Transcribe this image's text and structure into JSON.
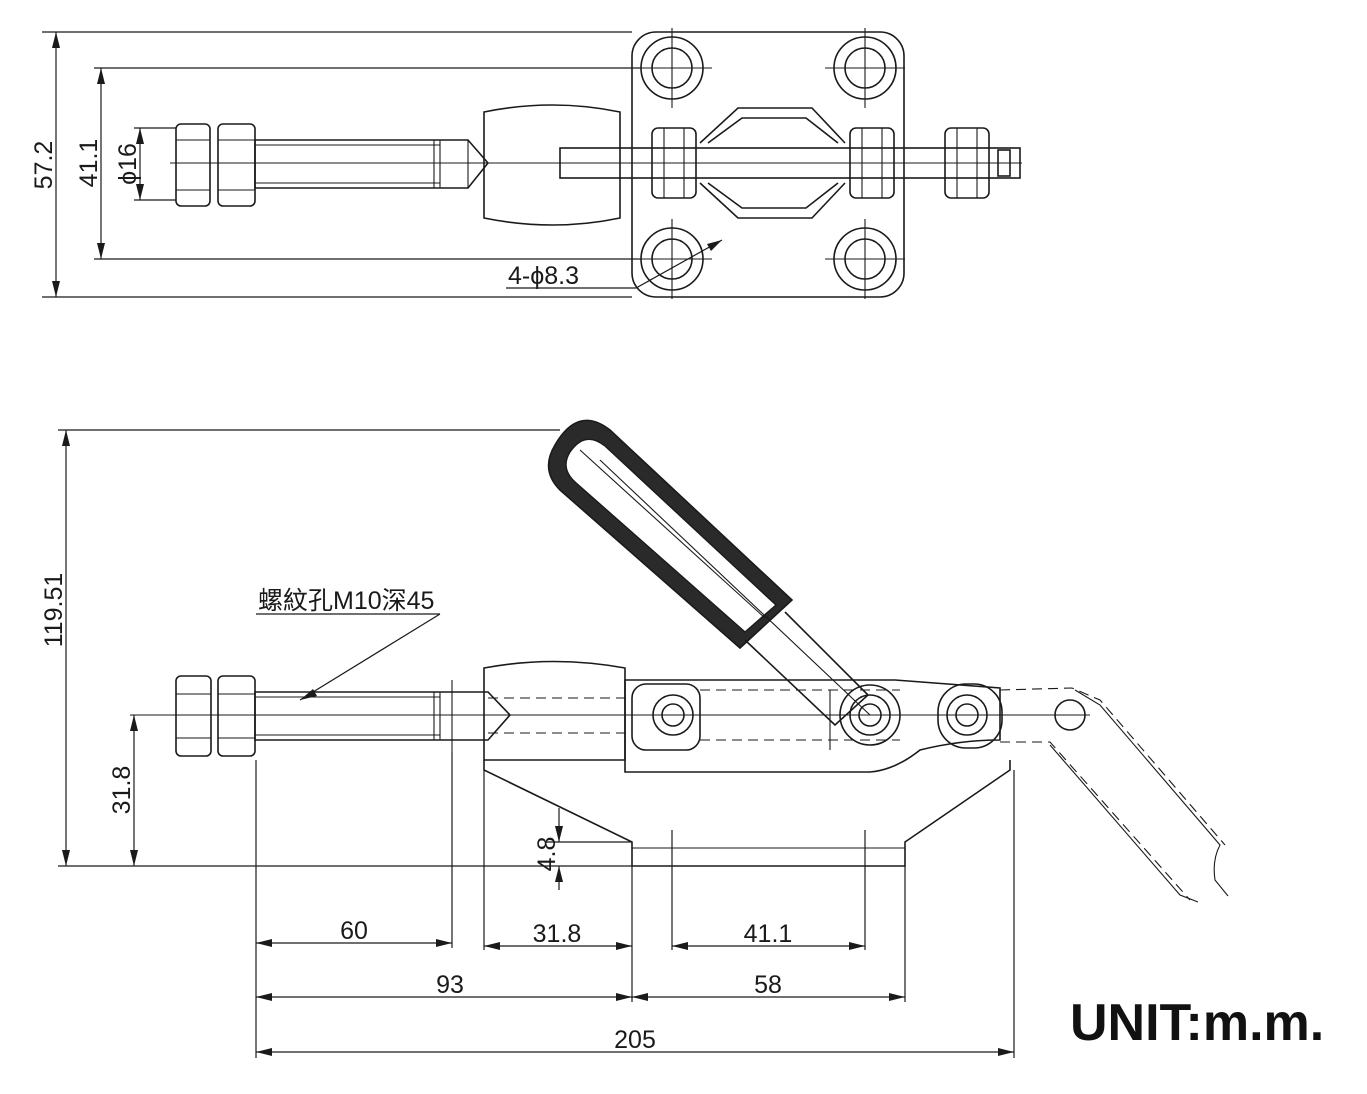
{
  "top_view": {
    "dim_overall_width": "57.2",
    "dim_hole_spacing": "41.1",
    "dim_plunger_dia": "ϕ16",
    "dim_holes": "4-ϕ8.3"
  },
  "side_view": {
    "dim_height": "119.51",
    "dim_axis_height": "31.8",
    "dim_base_thickness": "4.8",
    "note_thread": "螺紋孔M10深45",
    "dim_stroke": "60",
    "dim_base_front": "31.8",
    "dim_hole_pitch": "41.1",
    "dim_to_base": "93",
    "dim_base_length": "58",
    "dim_total_length": "205"
  },
  "unit_label": "UNIT:m.m."
}
